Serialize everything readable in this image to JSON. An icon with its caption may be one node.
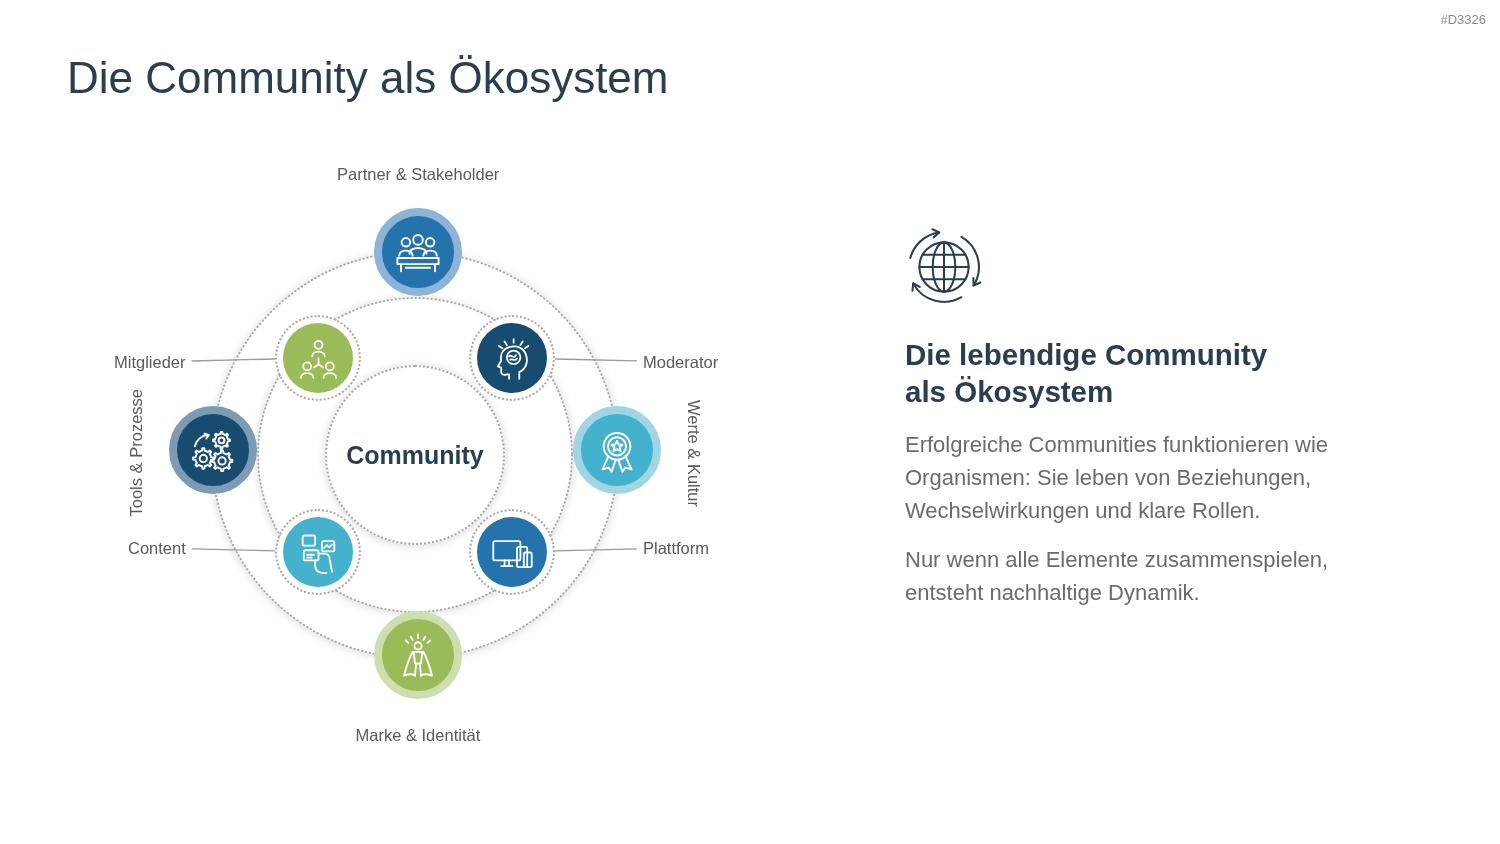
{
  "diagram": {
    "title": "Die Community als Ökosystem",
    "nodes": [
      {
        "text": [],
        "shape": "circle",
        "beside": [
          "Partner & Stakeholder"
        ]
      },
      {
        "text": [
          "Mitglieder"
        ]
      },
      {
        "text": [],
        "shape": "circle"
      },
      {
        "text": [],
        "shape": "circle"
      },
      {
        "text": [
          "Moderator"
        ]
      },
      {
        "text": [],
        "shape": "circle",
        "beside": [
          "Tools & Prozesse"
        ]
      },
      {
        "text": [
          "Community"
        ]
      },
      {
        "text": [],
        "shape": "circle",
        "beside": [
          "Werte & Kultur"
        ]
      },
      {
        "text": [
          "Content"
        ]
      },
      {
        "text": [],
        "shape": "circle"
      },
      {
        "text": [],
        "shape": "circle"
      },
      {
        "text": [
          "Plattform"
        ]
      },
      {
        "text": [],
        "shape": "circle",
        "beside": [
          "Marke & Identität"
        ]
      }
    ],
    "edges": [
      {
        "from": 1,
        "to": 2,
        "arrow": "none"
      },
      {
        "from": 4,
        "to": 3,
        "arrow": "none"
      },
      {
        "from": 8,
        "to": 9,
        "arrow": "none"
      },
      {
        "from": 11,
        "to": 10,
        "arrow": "none"
      }
    ],
    "labels": [
      "#D3326",
      "Die lebendige Community als Ökosystem",
      "Erfolgreiche Communities funktionieren wie Organismen: Sie leben von Beziehungen, Wechselwirkungen und klare Rollen.",
      "Nur wenn alle Elemente zusammenspielen, entsteht nachhaltige Dynamik."
    ]
  }
}
